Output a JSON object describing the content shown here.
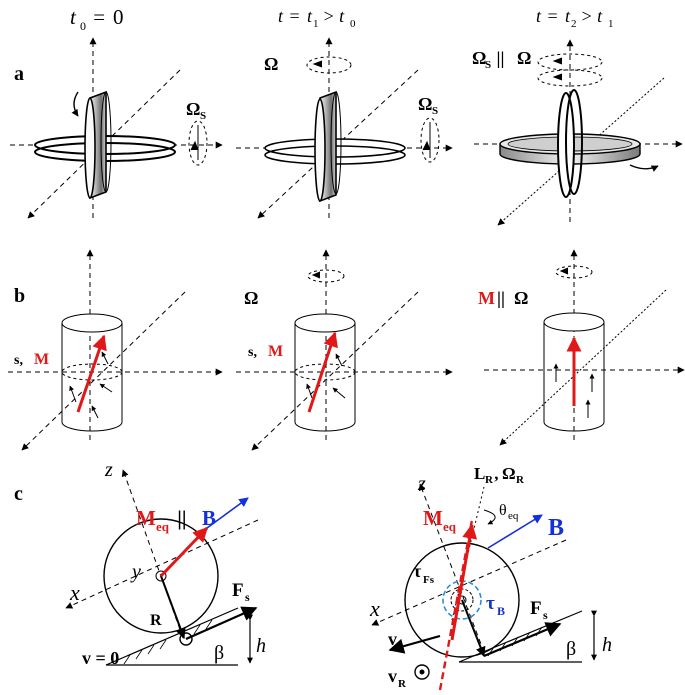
{
  "panel_labels": {
    "a": "a",
    "b": "b",
    "c": "c"
  },
  "time_headers": [
    {
      "t": "t",
      "op1": " = ",
      "rhs": "0",
      "sub": "0",
      "tail": ""
    },
    {
      "t": "t",
      "op1": " = ",
      "rhs": "t",
      "sub": "1",
      "tail": " > t",
      "sub2": "0"
    },
    {
      "t": "t",
      "op1": " = ",
      "rhs": "t",
      "sub": "2",
      "tail": " > t",
      "sub2": "1"
    }
  ],
  "row_a": {
    "omega_s": "Ω",
    "omega_s_sub": "S",
    "omega": "Ω",
    "parallel": "Ω",
    "parallel_sub": "S",
    "parallel_mid": " || ",
    "parallel_rhs": "Ω"
  },
  "row_b": {
    "s_label": "s,",
    "m_label": "M",
    "omega": "Ω",
    "m_parallel": "M",
    "m_parallel_mid": "|| ",
    "m_parallel_rhs": "Ω"
  },
  "row_c_left": {
    "z": "z",
    "x": "x",
    "y": "y",
    "meq": "M",
    "meq_sub": "eq",
    "meq_mid": " || ",
    "b": "B",
    "fs": "F",
    "fs_sub": "s",
    "r": "R",
    "v0": "v = 0",
    "beta": "β",
    "h": "h"
  },
  "row_c_right": {
    "z": "z",
    "x": "x",
    "lr": "L",
    "lr_sub": "R",
    "lr_comma": " , ",
    "or": "Ω",
    "or_sub": "R",
    "meq": "M",
    "meq_sub": "eq",
    "theta": "θ",
    "theta_sub": "eq",
    "b": "B",
    "tau_fs": "τ",
    "tau_fs_sub": "Fs",
    "tau_b": "τ",
    "tau_b_sub": "B",
    "fs": "F",
    "fs_sub": "s",
    "v": "v",
    "vr": "v",
    "vr_sub": "R",
    "beta": "β",
    "h": "h"
  },
  "colors": {
    "red": "#e01818",
    "blue": "#1530d8",
    "black": "#000000",
    "light_blue": "#2a8fd6"
  }
}
